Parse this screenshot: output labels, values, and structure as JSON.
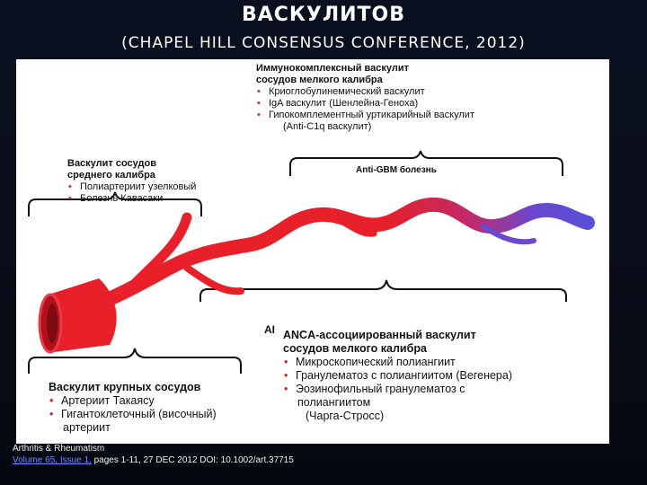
{
  "header": {
    "title": "ВАСКУЛИТОВ",
    "subtitle": "(CHAPEL HILL CONSENSUS CONFERENCE, 2012)"
  },
  "small_immune": {
    "heading_line1": "Иммунокомплексный васкулит",
    "heading_line2": "сосудов мелкого калибра",
    "items": [
      "Криоглобулинемический васкулит",
      "IgA васкулит (Шенлейна-Геноха)",
      "Гипокомплементный уртикарийный васкулит"
    ],
    "item3_cont": "(Anti-C1q васкулит)"
  },
  "anti_gbm": {
    "label": "Anti-GBM болезнь"
  },
  "medium": {
    "heading_line1": "Васкулит сосудов",
    "heading_line2": "среднего калибра",
    "items": [
      "Полиартериит узелковый",
      "Болезнь Кавасаки"
    ]
  },
  "anca": {
    "cutoff_letter": "AI",
    "heading_line1": "ANCA-ассоциированный васкулит",
    "heading_line2": "сосудов мелкого калибра",
    "items": [
      "Микроскопический полиангиит",
      "Гранулематоз с полиангиитом (Вегенера)",
      "Эозинофильный гранулематоз с"
    ],
    "item3_cont1": "полиангиитом",
    "item3_cont2": "(Чарга-Стросс)"
  },
  "large": {
    "heading": "Васкулит крупных сосудов",
    "items": [
      "Артериит Такаясу",
      "Гигантоклеточный (височный)"
    ],
    "item2_cont": "артериит"
  },
  "footer": {
    "journal": "Arthritis & Rheumatism",
    "volume_link": "Volume 65, Issue 1,",
    "pages": " pages 1-11, 27 DEC 2012 DOI: 10.1002/art.37715"
  },
  "bullet": "•",
  "colors": {
    "artery_red": "#e8202a",
    "vein_blue": "#5a4fd8",
    "bullet_red": "#c82828"
  }
}
